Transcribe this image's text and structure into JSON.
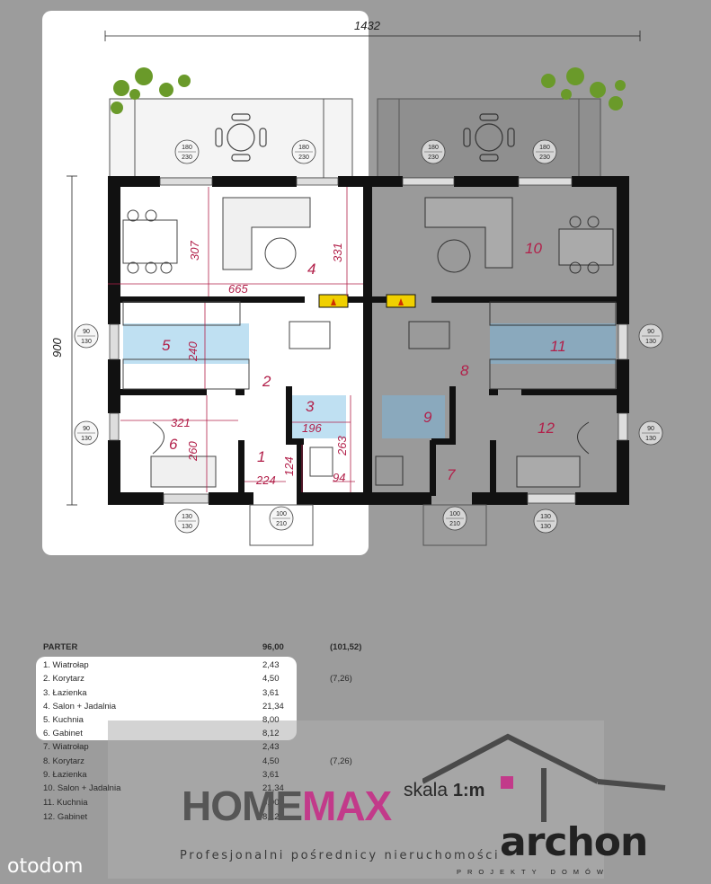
{
  "plan": {
    "total_width": "1432",
    "total_depth": "900",
    "window_labels": {
      "w180": [
        "180",
        "230"
      ],
      "w90": [
        "90",
        "130"
      ],
      "w130": [
        "130",
        "130"
      ],
      "door": [
        "100",
        "210"
      ]
    },
    "dimensions": {
      "d665": "665",
      "d307": "307",
      "d331": "331",
      "d240": "240",
      "d321": "321",
      "d260": "260",
      "d196": "196",
      "d263": "263",
      "d224": "224",
      "d124": "124",
      "d94": "94"
    },
    "room_numbers": {
      "r1": "1",
      "r2": "2",
      "r3": "3",
      "r4": "4",
      "r5": "5",
      "r6": "6",
      "r7": "7",
      "r8": "8",
      "r9": "9",
      "r10": "10",
      "r11": "11",
      "r12": "12"
    },
    "colors": {
      "wall": "#111111",
      "floor_left": "#ffffff",
      "floor_right": "#9a9a9a",
      "tile_blue": "#bfe0f2",
      "room_number": "#b2204a",
      "dimension_line": "#b2204a"
    }
  },
  "areas_table": {
    "header": {
      "name": "PARTER",
      "value": "96,00",
      "extra": "(101,52)"
    },
    "rows": [
      {
        "name": "1. Wiatrołap",
        "value": "2,43",
        "extra": ""
      },
      {
        "name": "2. Korytarz",
        "value": "4,50",
        "extra": "(7,26)"
      },
      {
        "name": "3. Łazienka",
        "value": "3,61",
        "extra": ""
      },
      {
        "name": "4. Salon + Jadalnia",
        "value": "21,34",
        "extra": ""
      },
      {
        "name": "5. Kuchnia",
        "value": "8,00",
        "extra": ""
      },
      {
        "name": "6. Gabinet",
        "value": "8,12",
        "extra": ""
      },
      {
        "name": "7. Wiatrołap",
        "value": "2,43",
        "extra": ""
      },
      {
        "name": "8. Korytarz",
        "value": "4,50",
        "extra": "(7,26)"
      },
      {
        "name": "9. Łazienka",
        "value": "3,61",
        "extra": ""
      },
      {
        "name": "10. Salon + Jadalnia",
        "value": "21,34",
        "extra": ""
      },
      {
        "name": "11. Kuchnia",
        "value": "8,00",
        "extra": ""
      },
      {
        "name": "12. Gabinet",
        "value": "8,12",
        "extra": ""
      }
    ]
  },
  "watermark": {
    "homemax_home": "HOME",
    "homemax_max": "MAX",
    "tagline": "Profesjonalni pośrednicy nieruchomości",
    "skala_label": "skala",
    "skala_value": "1:m",
    "archon": "archon",
    "archon_sub": "PROJEKTY DOMÓW",
    "otodom": "otodom"
  }
}
